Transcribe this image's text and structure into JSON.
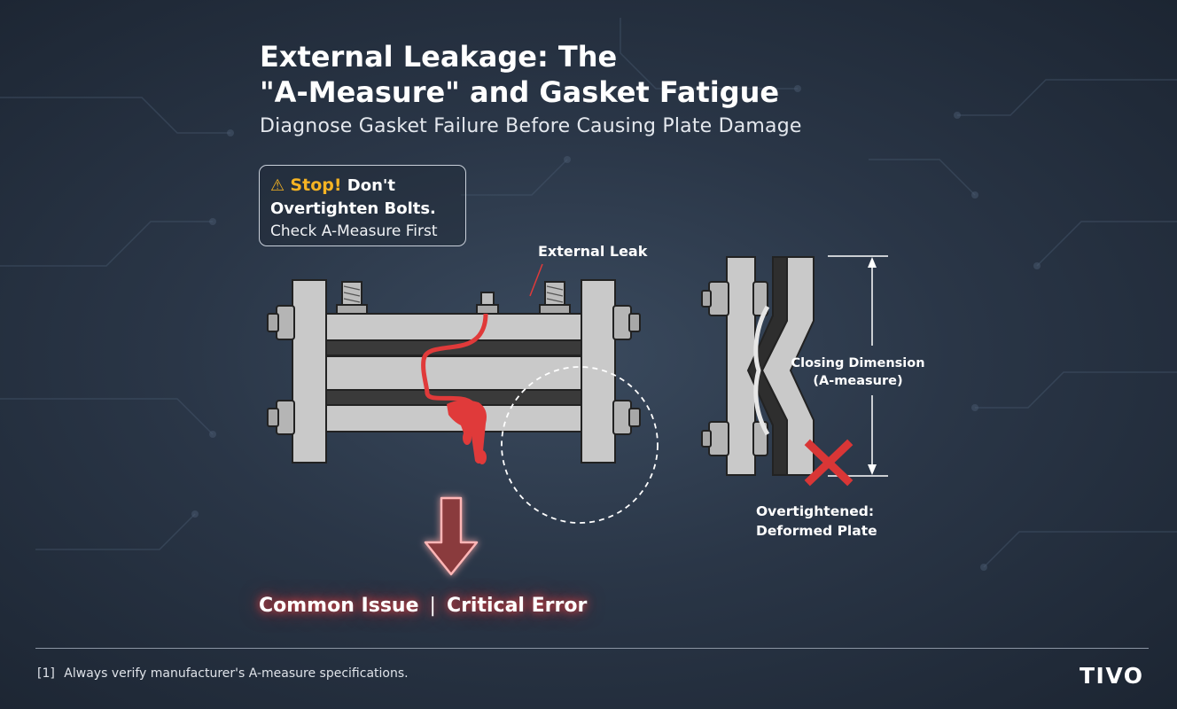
{
  "title": {
    "line1": "External Leakage: The",
    "line2": "\"A-Measure\" and Gasket Fatigue"
  },
  "subtitle": "Diagnose Gasket Failure Before Causing Plate Damage",
  "warning": {
    "icon": "warning-triangle-icon",
    "stop": "Stop!",
    "line1_rest": "Don't",
    "line2": "Overtighten Bolts.",
    "line3": "Check A-Measure First"
  },
  "labels": {
    "external_leak": "External Leak",
    "closing_dimension_line1": "Closing Dimension",
    "closing_dimension_line2": "(A-measure)",
    "overtightened_line1": "Overtightened:",
    "overtightened_line2": "Deformed Plate"
  },
  "bottom": {
    "left": "Common Issue",
    "separator": "|",
    "right": "Critical Error"
  },
  "footer": {
    "footnote_number": "[1]",
    "footnote_text": "Always verify manufacturer's A-measure specifications.",
    "brand": "TIVO"
  },
  "colors": {
    "background": "#2a3647",
    "plate": "#c9c9c9",
    "gasket": "#3a3a3a",
    "leak": "#e03a3a",
    "warning": "#f5b323",
    "error_x": "#d93636"
  }
}
